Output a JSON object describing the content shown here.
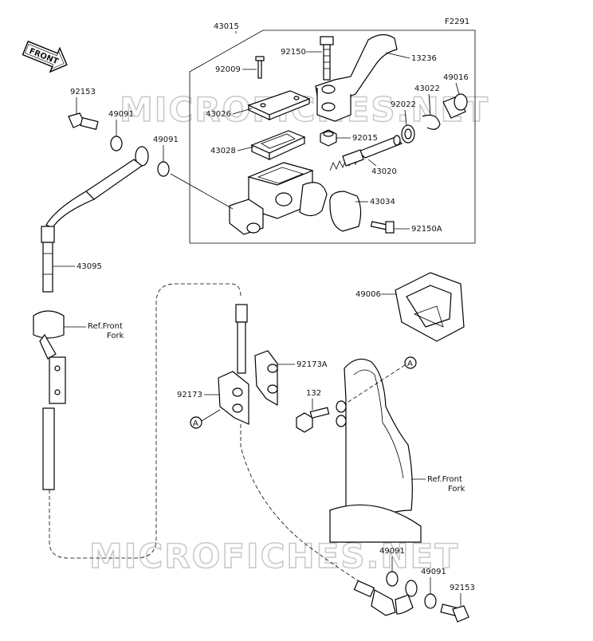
{
  "figure_code": "F2291",
  "front_label": "FRONT",
  "watermark": "MICROFICHES.NET",
  "labels": {
    "p43015": "43015",
    "p92150": "92150",
    "p13236": "13236",
    "p92009": "92009",
    "p43022": "43022",
    "p49016": "49016",
    "p43026": "43026",
    "p92022": "92022",
    "p92015": "92015",
    "p43028": "43028",
    "p43020": "43020",
    "p43034": "43034",
    "p92150a": "92150A",
    "p92153_top": "92153",
    "p49091_top": "49091",
    "p49091_mid": "49091",
    "p43095": "43095",
    "ref_fork_left_1": "Ref.Front",
    "ref_fork_left_2": "Fork",
    "p49006": "49006",
    "p92173a": "92173A",
    "p92173": "92173",
    "p132": "132",
    "ref_fork_right_1": "Ref.Front",
    "ref_fork_right_2": "Fork",
    "p49091_bot1": "49091",
    "p49091_bot2": "49091",
    "p92153_bot": "92153",
    "callout_a": "A"
  }
}
